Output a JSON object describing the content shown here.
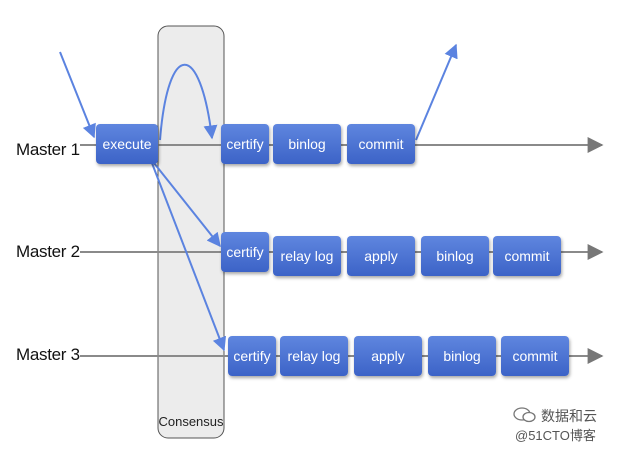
{
  "rows": [
    {
      "label": "Master 1",
      "steps": [
        "execute",
        "certify",
        "binlog",
        "commit"
      ]
    },
    {
      "label": "Master 2",
      "steps": [
        "certify",
        "relay log",
        "apply",
        "binlog",
        "commit"
      ]
    },
    {
      "label": "Master 3",
      "steps": [
        "certify",
        "relay log",
        "apply",
        "binlog",
        "commit"
      ]
    }
  ],
  "consensus_label": "Consensus",
  "watermark": {
    "line1": "数据和云",
    "line2": "@51CTO博客"
  },
  "colors": {
    "box": "#4a6fd6",
    "arrow": "#5b83e0",
    "timeline": "#888888",
    "consensus_fill": "#eeeeee"
  }
}
